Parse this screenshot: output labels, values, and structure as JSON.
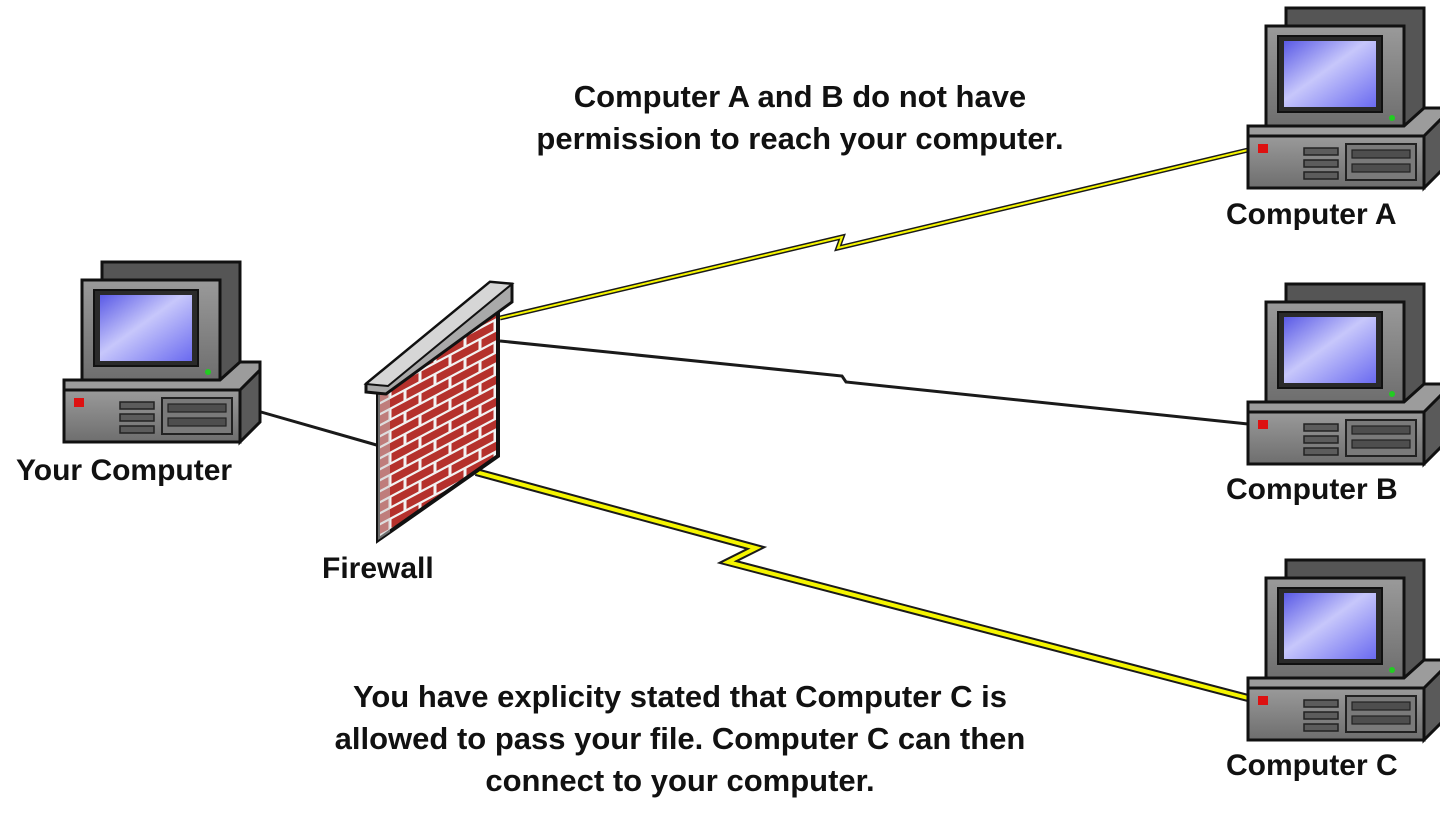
{
  "nodes": {
    "your_computer": {
      "label": "Your Computer"
    },
    "firewall": {
      "label": "Firewall"
    },
    "computer_a": {
      "label": "Computer A"
    },
    "computer_b": {
      "label": "Computer B"
    },
    "computer_c": {
      "label": "Computer C"
    }
  },
  "notes": {
    "blocked": {
      "lines": [
        "Computer A and B do not have",
        "permission to reach your computer."
      ]
    },
    "allowed": {
      "lines": [
        "You have explicity stated that Computer C is",
        "allowed to pass your file.  Computer C can then",
        "connect to your computer."
      ]
    }
  },
  "connections": [
    {
      "from": "your_computer",
      "to": "firewall",
      "style": "plain"
    },
    {
      "from": "firewall",
      "to": "computer_a",
      "style": "lightning"
    },
    {
      "from": "firewall",
      "to": "computer_b",
      "style": "plain"
    },
    {
      "from": "firewall",
      "to": "computer_c",
      "style": "lightning"
    }
  ],
  "colors": {
    "screen": "#7d7df0",
    "case": "#8a8a8a",
    "brick": "#b5312c",
    "mortar": "#f2f2f2",
    "wall_cap": "#a9a9a9",
    "lightning": "#f5f500",
    "line": "#1a1a1a"
  }
}
